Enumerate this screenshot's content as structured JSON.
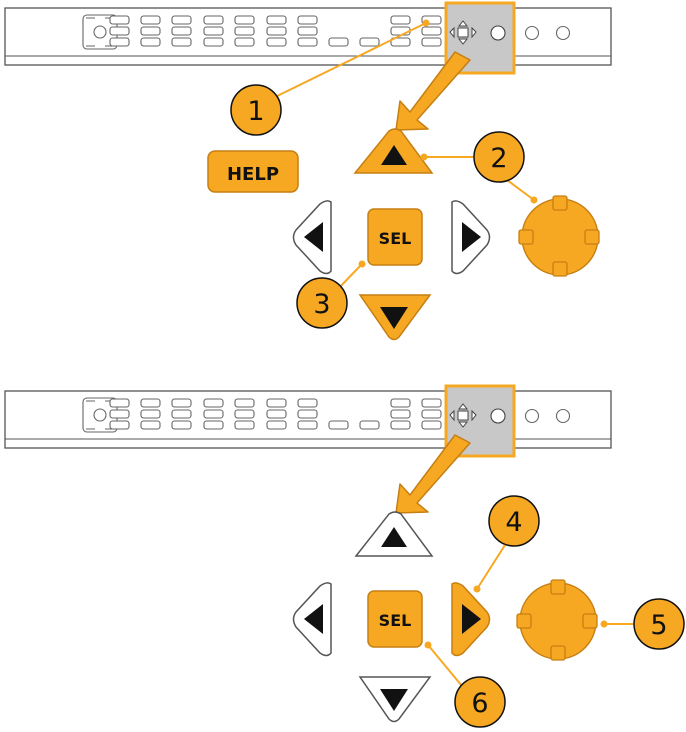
{
  "colors": {
    "accent": "#F7A823",
    "accent_stroke": "#C67F12",
    "panel_highlight": "#C8C8C8",
    "outline": "#666666",
    "line": "#333333"
  },
  "buttons": {
    "help_label": "HELP",
    "select_label": "SEL",
    "select_label_lower": "SEL"
  },
  "callouts": [
    "1",
    "2",
    "3",
    "4",
    "5",
    "6"
  ],
  "icons": {
    "panel_power": "power-icon",
    "arrow_up": "triangle-up-icon",
    "arrow_down": "triangle-down-icon",
    "arrow_left": "triangle-left-icon",
    "arrow_right": "triangle-right-icon",
    "knob": "rotary-knob-icon"
  }
}
